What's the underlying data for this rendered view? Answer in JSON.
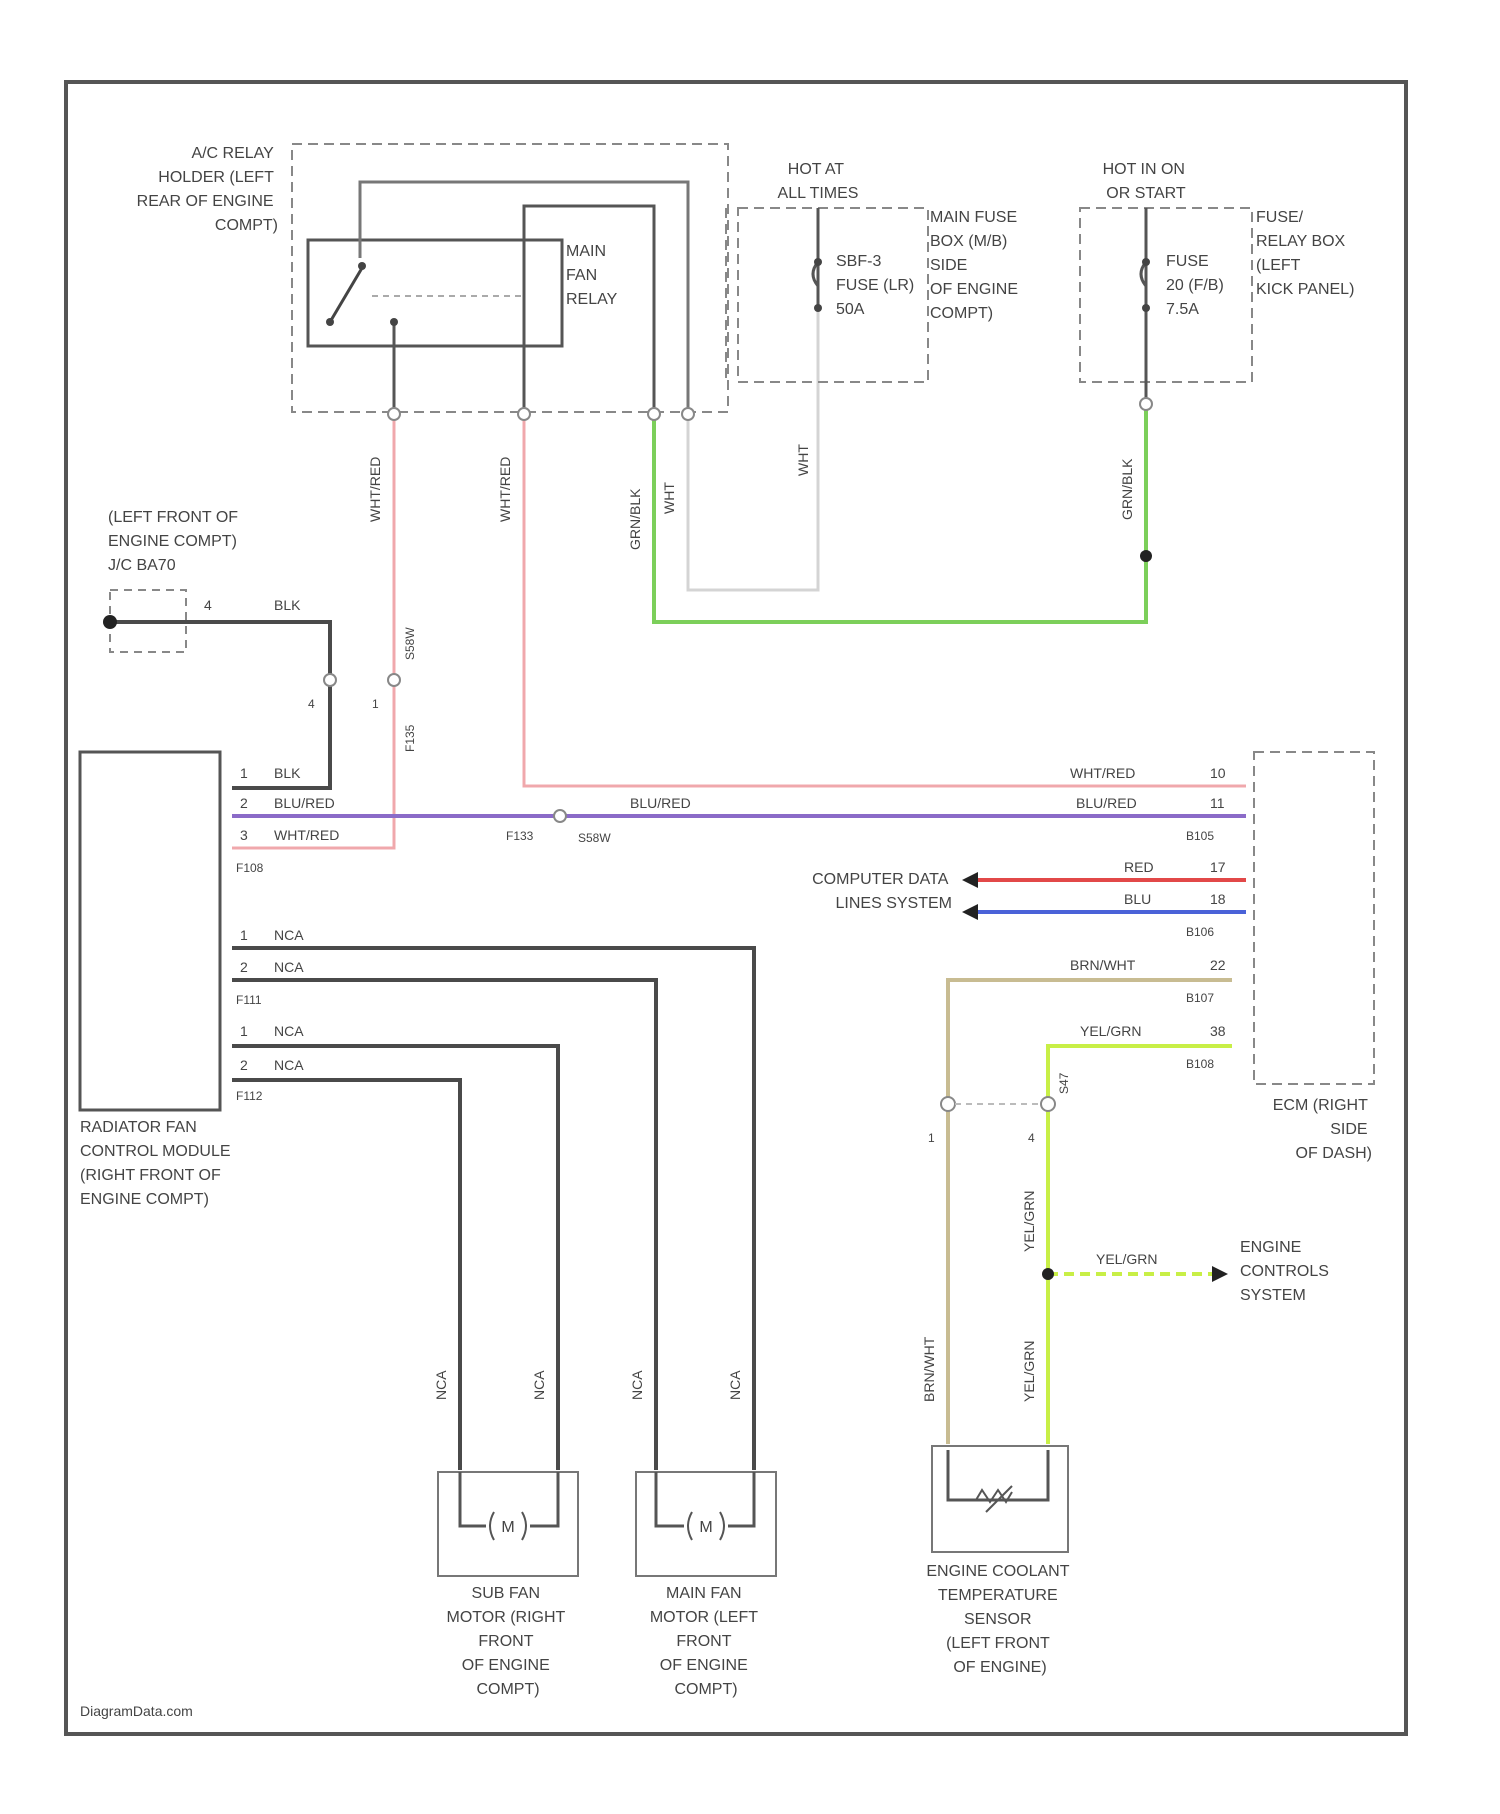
{
  "diagram": {
    "components": {
      "ac_relay_holder": [
        "A/C RELAY",
        "HOLDER (LEFT",
        "REAR OF ENGINE",
        "COMPT)"
      ],
      "main_fan_relay": [
        "MAIN",
        "FAN",
        "RELAY"
      ],
      "hot_at_all_times": [
        "HOT AT",
        "ALL TIMES"
      ],
      "hot_in_on": [
        "HOT IN ON",
        "OR START"
      ],
      "fuse_sbf": [
        "SBF-3",
        "FUSE (LR)",
        "50A"
      ],
      "main_fuse_box": [
        "MAIN FUSE",
        "BOX (M/B)",
        "SIDE",
        "OF ENGINE",
        "COMPT)"
      ],
      "fuse_20": [
        "FUSE",
        "20 (F/B)",
        "7.5A"
      ],
      "fuse_relay_box": [
        "FUSE/",
        "RELAY BOX",
        "(LEFT",
        "KICK PANEL)"
      ],
      "ac_switch": [
        "(LEFT FRONT OF",
        "ENGINE COMPT)",
        "J/C BA70"
      ],
      "radiator_fan_module": [
        "RADIATOR FAN",
        "CONTROL MODULE",
        "(RIGHT FRONT OF",
        "ENGINE COMPT)"
      ],
      "ecm": [
        "ECM (RIGHT",
        "SIDE",
        "OF DASH)"
      ],
      "computer_data_lines": [
        "COMPUTER DATA",
        "LINES SYSTEM"
      ],
      "engine_controls": [
        "ENGINE",
        "CONTROLS",
        "SYSTEM"
      ],
      "sub_fan_motor": [
        "SUB FAN",
        "MOTOR (RIGHT",
        "FRONT",
        "OF ENGINE",
        "COMPT)"
      ],
      "main_fan_motor": [
        "MAIN FAN",
        "MOTOR (LEFT",
        "FRONT",
        "OF ENGINE",
        "COMPT)"
      ],
      "coolant_sensor": [
        "ENGINE COOLANT",
        "TEMPERATURE",
        "SENSOR",
        "(LEFT FRONT",
        "OF ENGINE)"
      ]
    },
    "motor_symbol": "M",
    "wire_labels": {
      "blk": "BLK",
      "blu_red": "BLU/RED",
      "wht_red": "WHT/RED",
      "red": "RED",
      "blu": "BLU",
      "brn_wht": "BRN/WHT",
      "yel_grn": "YEL/GRN",
      "nca": "NCA",
      "wht": "WHT",
      "grn_blk": "GRN/BLK"
    },
    "connectors": {
      "f108": "F108",
      "f111": "F111",
      "f112": "F112",
      "f135": "F135",
      "f133": "F133",
      "b105": "B105",
      "b106": "B106",
      "b107": "B107",
      "b108": "B108",
      "sw1": "S58W",
      "sw2": "S58W",
      "sw3": "S47"
    },
    "pins": {
      "p1": "1",
      "p2": "2",
      "p3": "3",
      "p4": "4",
      "e10": "10",
      "e11": "11",
      "e17": "17",
      "e18": "18",
      "e22": "22",
      "e38": "38"
    },
    "watermark": "DiagramData.com",
    "colors": {
      "wire_dark": "#4a4a4a",
      "wire_pink": "#f0a8ac",
      "wire_purple": "#8b6bc8",
      "wire_green": "#7ccf5a",
      "wire_red": "#e24848",
      "wire_blue": "#4a62d8",
      "wire_tan": "#c8bc92",
      "wire_yelgrn": "#c8ef46",
      "wire_light": "#d4d4d4",
      "frame": "#555555"
    }
  }
}
